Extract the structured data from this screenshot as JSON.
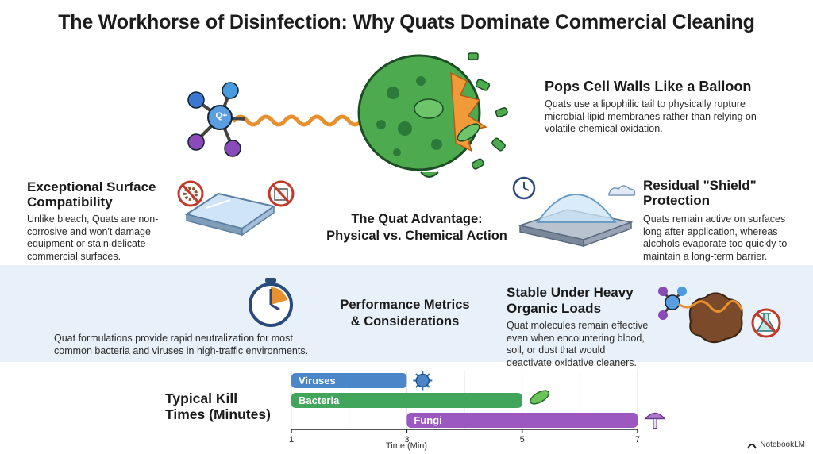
{
  "title": "The Workhorse of Disinfection: Why Quats Dominate Commercial Cleaning",
  "pops": {
    "heading": "Pops Cell Walls Like a Balloon",
    "body": "Quats use a lipophilic tail to physically rupture microbial lipid membranes rather than relying on volatile chemical oxidation."
  },
  "surface": {
    "heading_1": "Exceptional Surface",
    "heading_2": "Compatibility",
    "body": "Unlike bleach, Quats are non-corrosive and won't damage equipment or stain delicate commercial surfaces."
  },
  "advantage": {
    "line1": "The Quat Advantage:",
    "line2": "Physical vs. Chemical Action"
  },
  "shield": {
    "heading_1": "Residual \"Shield\"",
    "heading_2": "Protection",
    "body": "Quats remain active on surfaces long after application, whereas alcohols evaporate too quickly to maintain a long-term barrier."
  },
  "metrics": {
    "line1": "Performance Metrics",
    "line2": "& Considerations",
    "body": "Quat formulations provide rapid neutralization for most common bacteria and viruses in high-traffic environments."
  },
  "stable": {
    "heading_1": "Stable Under Heavy",
    "heading_2": "Organic Loads",
    "body": "Quat molecules remain effective even when encountering blood, soil, or dust that would deactivate oxidative cleaners."
  },
  "q_label": "Q+",
  "brand": "NotebookLM",
  "chart_data": {
    "type": "bar",
    "title_line1": "Typical Kill",
    "title_line2": "Times (Minutes)",
    "xlabel": "Time (Min)",
    "xlim": [
      1,
      7
    ],
    "xticks": [
      1,
      3,
      5,
      7
    ],
    "grid": true,
    "bars": [
      {
        "label": "Viruses",
        "start": 1,
        "end": 3,
        "color": "#4a86c8"
      },
      {
        "label": "Bacteria",
        "start": 1,
        "end": 5,
        "color": "#42a55c"
      },
      {
        "label": "Fungi",
        "start": 3,
        "end": 7,
        "color": "#9b59c0"
      }
    ]
  }
}
